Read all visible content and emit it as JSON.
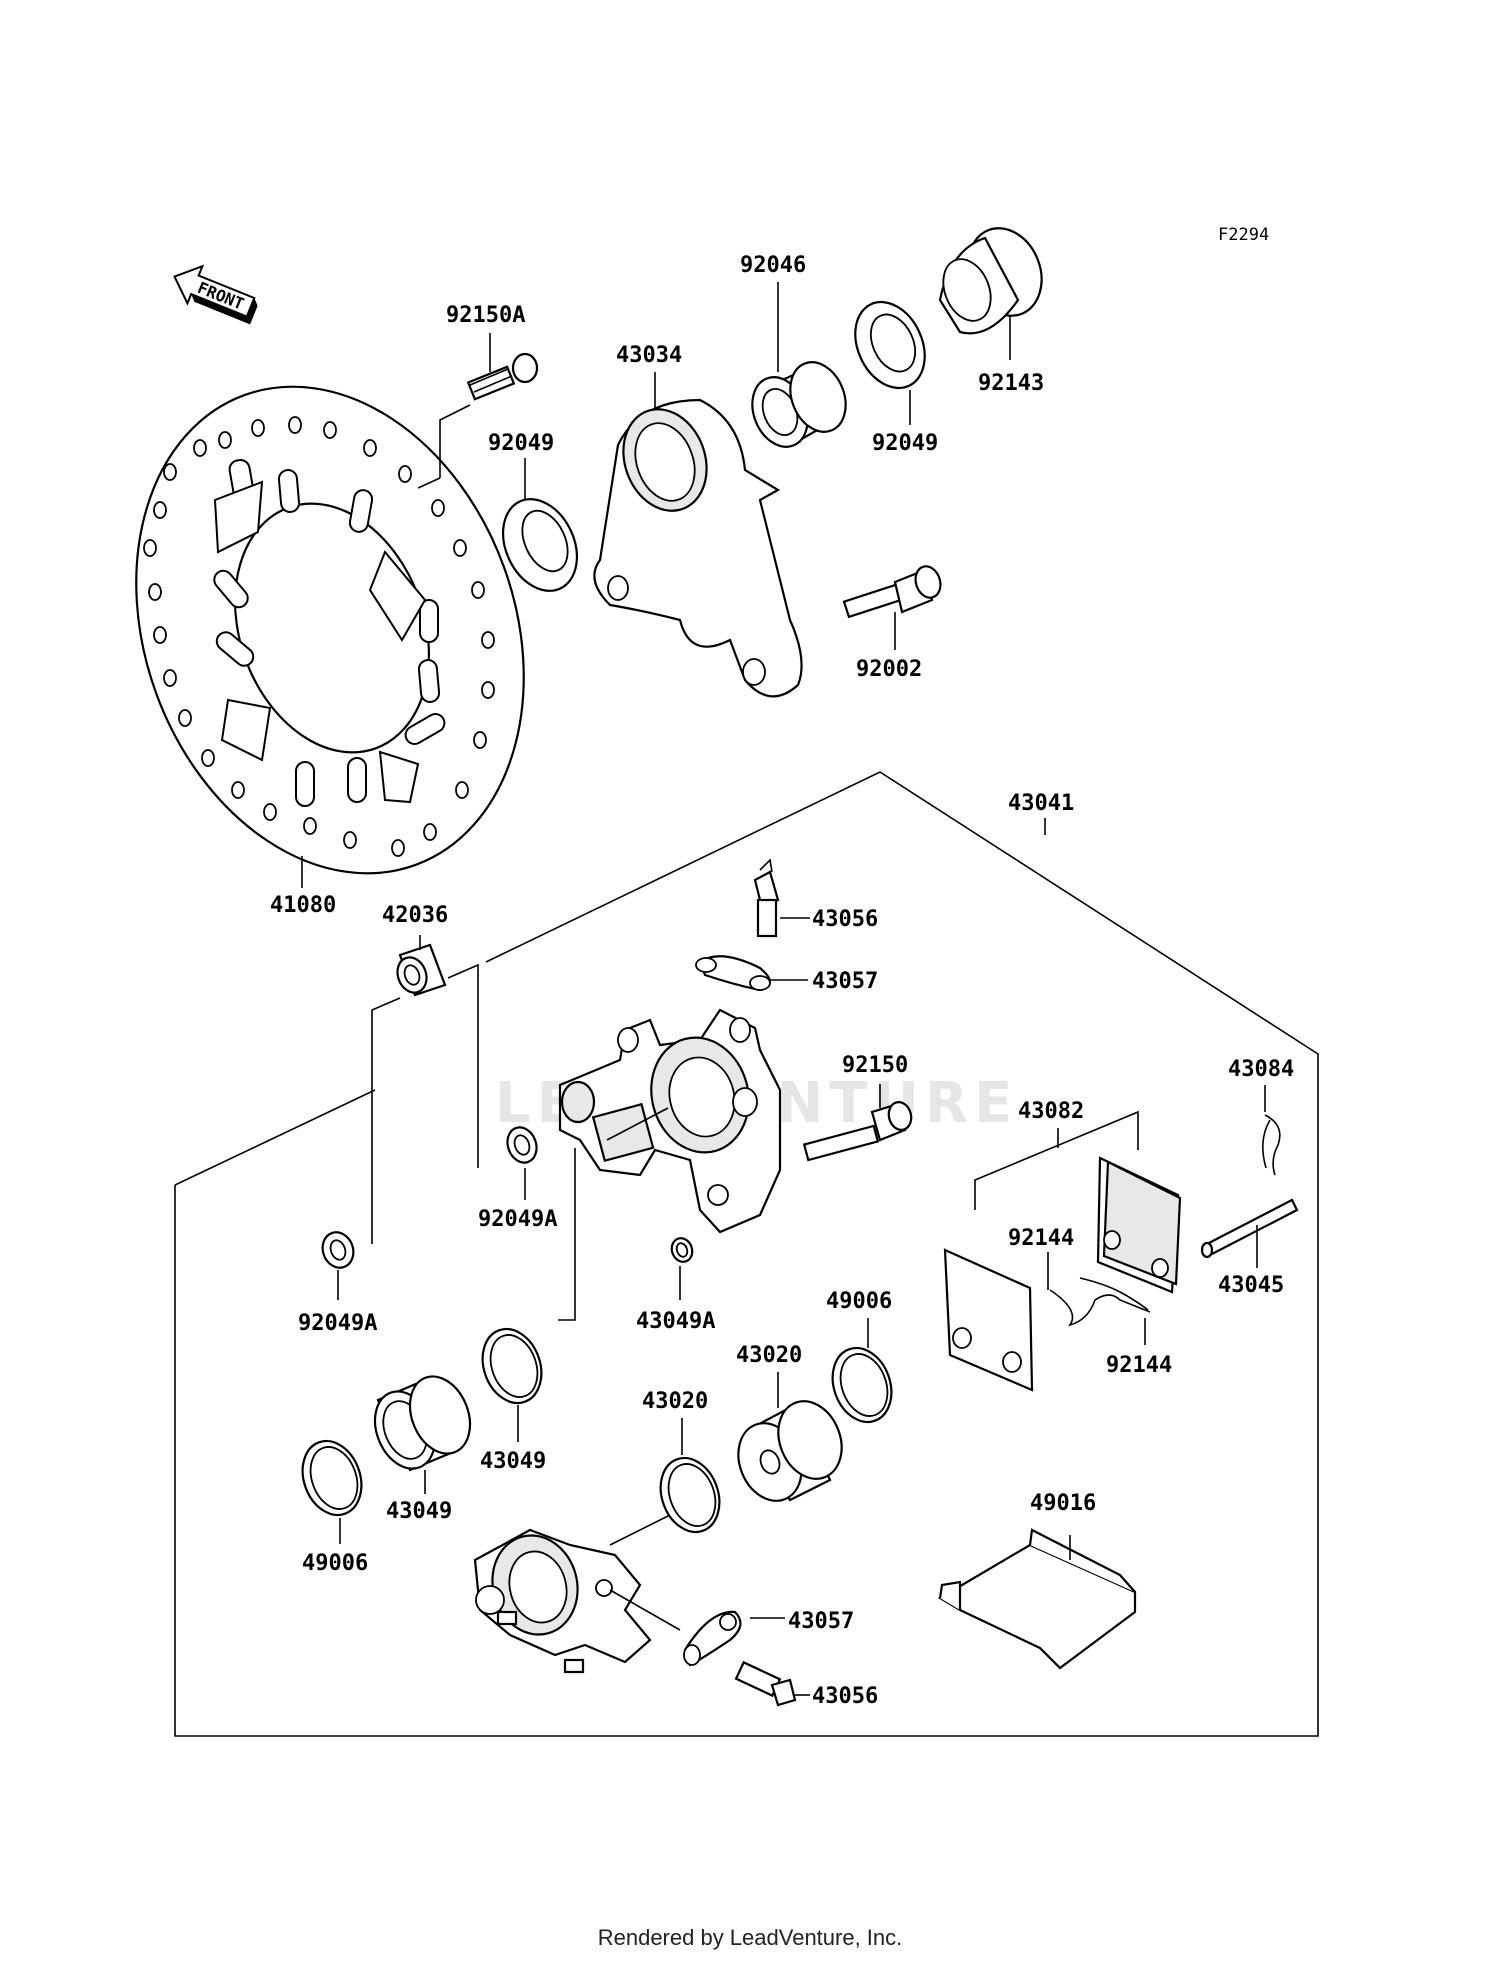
{
  "diagram": {
    "code": "F2294",
    "front_label": "FRONT",
    "watermark": "LEADVENTURE",
    "footer": "Rendered by LeadVenture, Inc.",
    "parts": [
      {
        "id": "p92150A",
        "label": "92150A"
      },
      {
        "id": "p43034",
        "label": "43034"
      },
      {
        "id": "p92046",
        "label": "92046"
      },
      {
        "id": "p92143",
        "label": "92143"
      },
      {
        "id": "p92049a",
        "label": "92049"
      },
      {
        "id": "p92049b",
        "label": "92049"
      },
      {
        "id": "p92002",
        "label": "92002"
      },
      {
        "id": "p41080",
        "label": "41080"
      },
      {
        "id": "p43041",
        "label": "43041"
      },
      {
        "id": "p42036",
        "label": "42036"
      },
      {
        "id": "p43056a",
        "label": "43056"
      },
      {
        "id": "p43057a",
        "label": "43057"
      },
      {
        "id": "p92150",
        "label": "92150"
      },
      {
        "id": "p43084",
        "label": "43084"
      },
      {
        "id": "p43082",
        "label": "43082"
      },
      {
        "id": "p92049Aa",
        "label": "92049A"
      },
      {
        "id": "p92049Ab",
        "label": "92049A"
      },
      {
        "id": "p43049A",
        "label": "43049A"
      },
      {
        "id": "p92144a",
        "label": "92144"
      },
      {
        "id": "p92144b",
        "label": "92144"
      },
      {
        "id": "p43045",
        "label": "43045"
      },
      {
        "id": "p49006a",
        "label": "49006"
      },
      {
        "id": "p43020a",
        "label": "43020"
      },
      {
        "id": "p43049a",
        "label": "43049"
      },
      {
        "id": "p43049b",
        "label": "43049"
      },
      {
        "id": "p43020b",
        "label": "43020"
      },
      {
        "id": "p49006b",
        "label": "49006"
      },
      {
        "id": "p49016",
        "label": "49016"
      },
      {
        "id": "p43057b",
        "label": "43057"
      },
      {
        "id": "p43056b",
        "label": "43056"
      }
    ]
  }
}
